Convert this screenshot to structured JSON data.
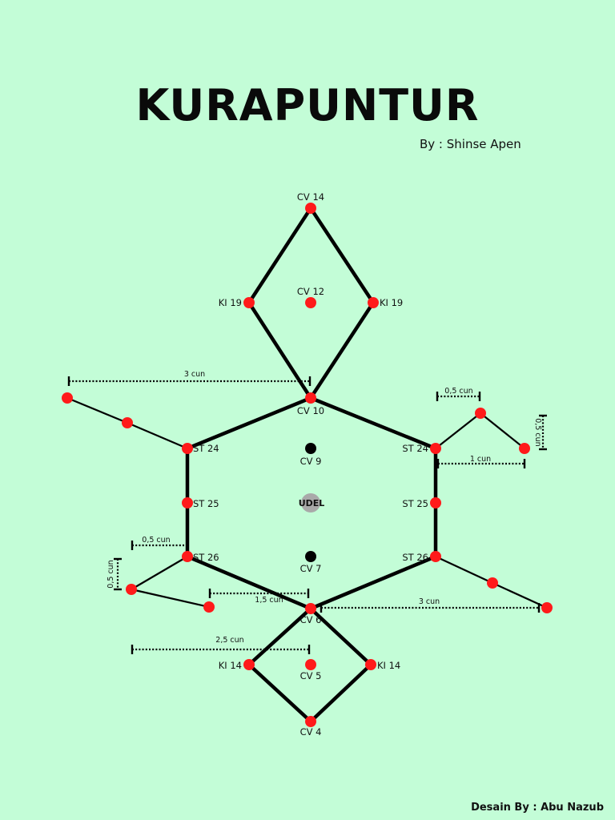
{
  "title": "KURAPUNTUR",
  "author": "By : Shinse Apen",
  "credit": "Desain By : Abu Nazub",
  "colors": {
    "background": "#c3fdd7",
    "point_red": "#ff1a1a",
    "point_black": "#000000",
    "navel_gray": "#a9a9a9",
    "line": "#000000"
  },
  "point_labels": {
    "cv14": "CV 14",
    "ki19_left": "KI 19",
    "cv12": "CV 12",
    "ki19_right": "KI 19",
    "cv10": "CV 10",
    "st24_left": "ST 24",
    "st24_right": "ST 24",
    "cv9": "CV 9",
    "udel": "UDEL",
    "st25_left": "ST 25",
    "st25_right": "ST 25",
    "st26_left": "ST 26",
    "st26_right": "ST 26",
    "cv7": "CV 7",
    "cv6": "CV 6",
    "ki14_left": "KI 14",
    "cv5": "CV 5",
    "ki14_right": "KI 14",
    "cv4": "CV 4"
  },
  "measure_labels": {
    "three_cun_top": "3 cun",
    "half_cun_top_right": "0,5 cun",
    "half_cun_vertical_right": "0,5 cun",
    "one_cun": "1 cun",
    "half_cun_left": "0,5 cun",
    "half_cun_vertical_left": "0,5 cun",
    "one_half_cun": "1,5 cun",
    "three_cun_bottom": "3 cun",
    "two_half_cun": "2,5 cun"
  }
}
